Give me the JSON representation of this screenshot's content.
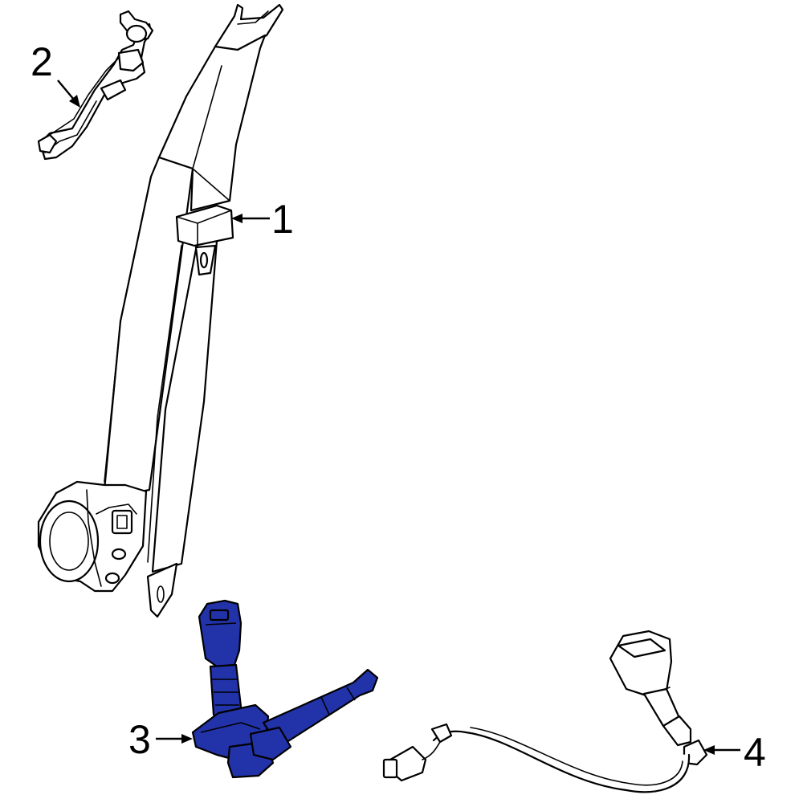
{
  "colors": {
    "background": "#ffffff",
    "outline": "#000000",
    "highlight": "#2233aa"
  },
  "callouts": [
    {
      "id": "1",
      "label": "1",
      "part": "seat-belt-assembly"
    },
    {
      "id": "2",
      "label": "2",
      "part": "height-adjuster"
    },
    {
      "id": "3",
      "label": "3",
      "part": "buckle-assembly-highlighted"
    },
    {
      "id": "4",
      "label": "4",
      "part": "buckle-assembly"
    }
  ]
}
